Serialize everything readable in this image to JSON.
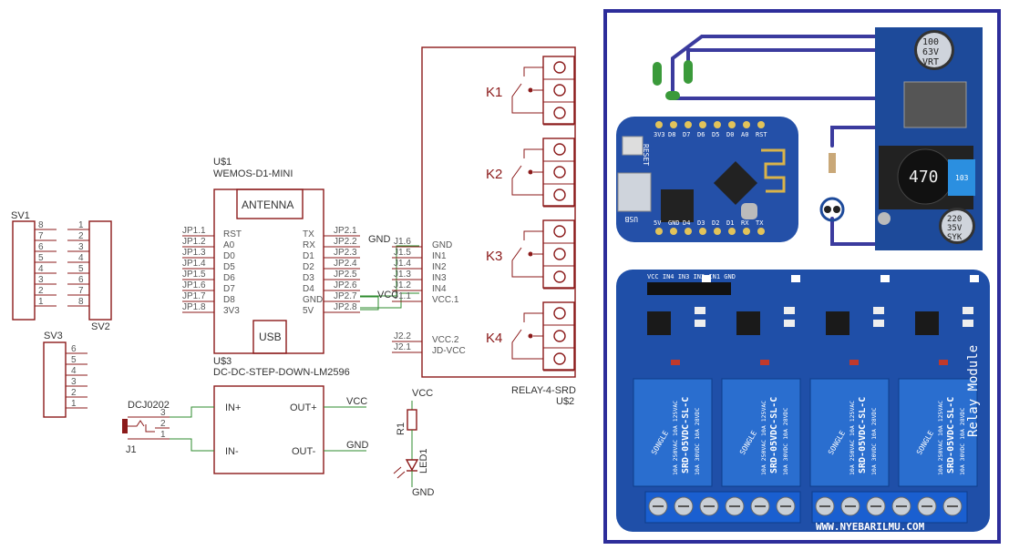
{
  "schematic": {
    "sv1": {
      "name": "SV1",
      "pins": [
        "8",
        "7",
        "6",
        "5",
        "4",
        "3",
        "2",
        "1"
      ]
    },
    "sv2": {
      "name": "SV2",
      "pins": [
        "1",
        "2",
        "3",
        "4",
        "5",
        "6",
        "7",
        "8"
      ]
    },
    "sv3": {
      "name": "SV3",
      "pins": [
        "6",
        "5",
        "4",
        "3",
        "2",
        "1"
      ]
    },
    "wemos": {
      "ref": "U$1",
      "part": "WEMOS-D1-MINI",
      "antenna": "ANTENNA",
      "usb": "USB",
      "left_jp": [
        "JP1.1",
        "JP1.2",
        "JP1.3",
        "JP1.4",
        "JP1.5",
        "JP1.6",
        "JP1.7",
        "JP1.8"
      ],
      "left_pins": [
        "RST",
        "A0",
        "D0",
        "D5",
        "D6",
        "D7",
        "D8",
        "3V3"
      ],
      "right_pins": [
        "TX",
        "RX",
        "D1",
        "D2",
        "D3",
        "D4",
        "GND",
        "5V"
      ],
      "right_jp": [
        "JP2.1",
        "JP2.2",
        "JP2.3",
        "JP2.4",
        "JP2.5",
        "JP2.6",
        "JP2.7",
        "JP2.8"
      ]
    },
    "relay": {
      "ref": "U$2",
      "part": "RELAY-4-SRD",
      "relays": [
        "K1",
        "K2",
        "K3",
        "K4"
      ],
      "j_pins": [
        "J1.6",
        "J1.5",
        "J1.4",
        "J1.3",
        "J1.2",
        "J1.1"
      ],
      "in_pins": [
        "GND",
        "IN1",
        "IN2",
        "IN3",
        "IN4",
        "VCC.1"
      ],
      "j2_pins": [
        "J2.2",
        "J2.1"
      ],
      "j2_names": [
        "VCC.2",
        "JD-VCC"
      ]
    },
    "net_gnd": "GND",
    "net_vcc": "VCC",
    "regulator": {
      "ref": "U$3",
      "part": "DC-DC-STEP-DOWN-LM2596",
      "in_plus": "IN+",
      "in_minus": "IN-",
      "out_plus": "OUT+",
      "out_minus": "OUT-",
      "out_plus_net": "VCC",
      "out_minus_net": "GND"
    },
    "jack": {
      "part": "DCJ0202",
      "ref": "J1",
      "pins": [
        "3",
        "2",
        "1"
      ]
    },
    "led_branch": {
      "top": "VCC",
      "resistor": "R1",
      "led": "LED1",
      "bottom": "GND"
    }
  },
  "pcb": {
    "cap_top": [
      "100",
      "63V",
      "VRT"
    ],
    "inductor": "470",
    "cap_bottom": [
      "220",
      "35V",
      "SYK"
    ],
    "pot": "103",
    "wemos_header_top": [
      "3V3",
      "D8",
      "D7",
      "D6",
      "D5",
      "D0",
      "A0",
      "RST"
    ],
    "wemos_header_bottom": [
      "5V",
      "GND",
      "D4",
      "D3",
      "D2",
      "D1",
      "RX",
      "TX"
    ],
    "reset": "RESET",
    "usb": "USB",
    "relay_inputs": "VCC IN4 IN3 IN2 IN1 GND",
    "relay_brand": "SONGLE",
    "relay_model": "SRD-05VDC-SL-C",
    "relay_rating": [
      "10A 250VAC 10A 125VAC",
      "10A 30VDC 10A 28VDC"
    ],
    "module_text": "Relay Module",
    "watermark": "WWW.NYEBARILMU.COM",
    "colors": {
      "module_blue": "#1f4fa8",
      "relay_blue": "#2a6ecf",
      "terminal_blue": "#1a5fd0",
      "trace": "#3b3b9e",
      "wemos_blue": "#2450a8",
      "reg_blue": "#1d4a9a"
    }
  }
}
